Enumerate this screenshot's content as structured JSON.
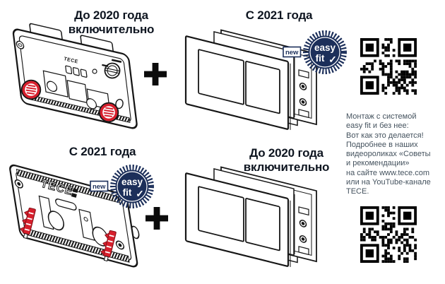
{
  "colors": {
    "navy": "#1c2f5a",
    "red": "#d71f2c",
    "heading_text": "#0e1520",
    "body_text": "#44525e",
    "line_art": "#161616"
  },
  "sections": {
    "top_left": {
      "title_line1": "До 2020 года",
      "title_line2": "включительно",
      "drawing": "old-mounting-frame-with-red-knobs"
    },
    "top_right": {
      "title_line1": "С 2021 года",
      "drawing": "flush-plate-exploded-view"
    },
    "bottom_left": {
      "title_line1": "С 2021 года",
      "drawing": "new-mounting-frame-with-red-clips"
    },
    "bottom_right": {
      "title_line1": "До 2020 года",
      "title_line2": "включительно",
      "drawing": "flush-plate-exploded-view"
    }
  },
  "icons": {
    "plus": "+",
    "qr_top": "qr-code",
    "qr_bottom": "qr-code"
  },
  "badge": {
    "new_label": "new",
    "line1": "easy",
    "line2": "fit",
    "check": "✓"
  },
  "frame_logo": "TECE",
  "sidebar": {
    "text_lines": [
      "Монтаж с системой",
      "easy fit и без нее:",
      "Вот как это делается!",
      "Подробнее в наших",
      "видеороликах «Советы",
      "и рекомендации»",
      "на сайте www.tece.com",
      "или на YouTube-канале",
      "TECE."
    ]
  }
}
